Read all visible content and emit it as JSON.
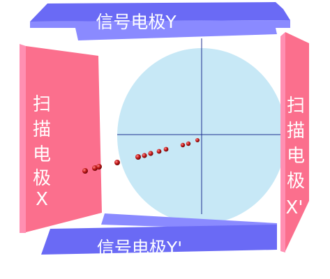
{
  "plates": {
    "top": {
      "label": "信号电极Y"
    },
    "bottom": {
      "label": "信号电极Y'"
    },
    "left": {
      "chars": [
        "扫",
        "描",
        "电",
        "极",
        "X"
      ]
    },
    "right": {
      "chars": [
        "扫",
        "描",
        "电",
        "极",
        "X'"
      ]
    }
  },
  "colors": {
    "y_plate": "#6a6af5",
    "y_plate_edge": "#8a8aff",
    "x_plate": "#fb6f8d",
    "x_plate_edge": "#ff8fb2",
    "screen": "#c7e8f6",
    "screen_axes": "#1c2e8f",
    "electron": "#b51515"
  },
  "electron_count": 12
}
